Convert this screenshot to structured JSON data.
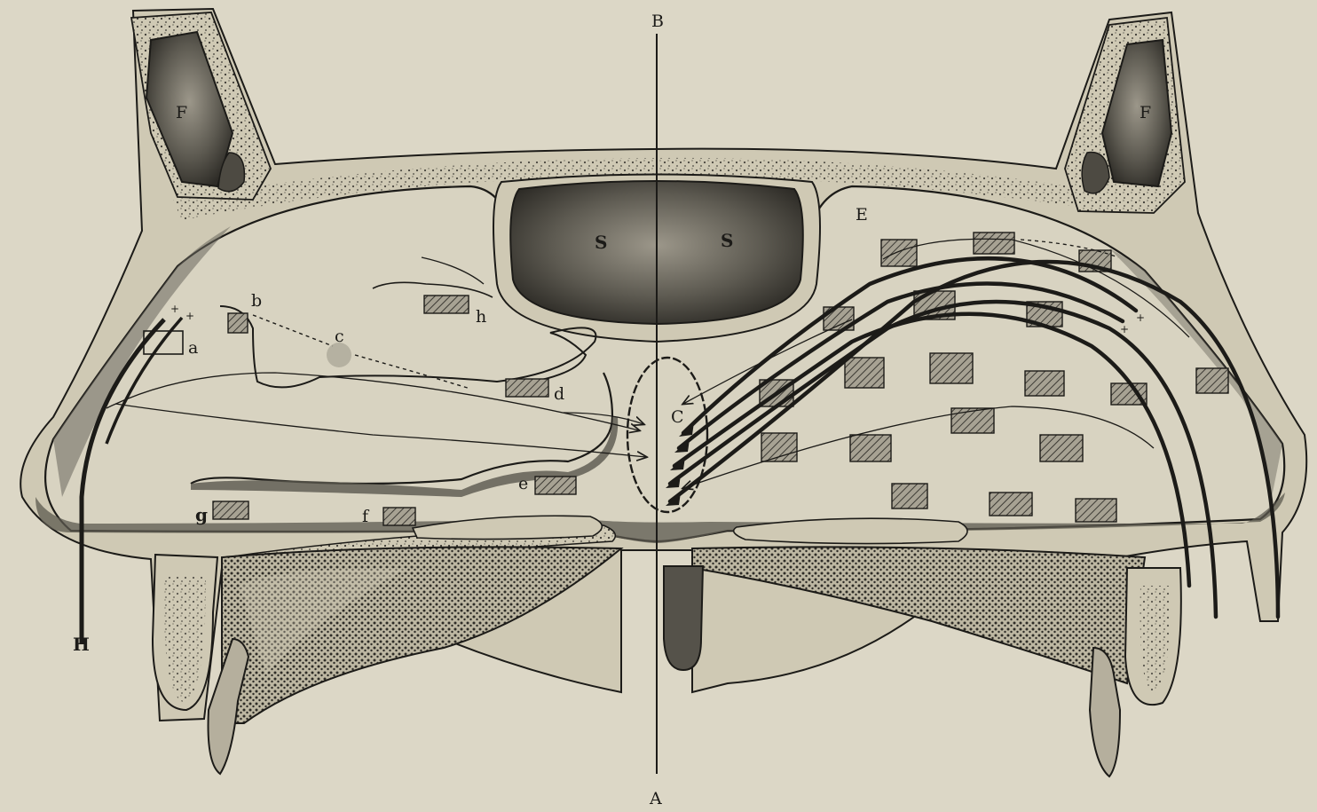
{
  "figure": {
    "colors": {
      "background": "#dcd7c6",
      "ink": "#1c1b18",
      "bone": "#cfc9b4",
      "cavity": "#d8d3c1",
      "sinus": "#5a574e",
      "hatch_fill": "#8c877a"
    },
    "labels": {
      "top_axis": "B",
      "bottom_axis": "A",
      "sinus_left": "S",
      "sinus_right": "S",
      "frontal_left": "F",
      "frontal_right": "F",
      "lateral_right": "E",
      "convergence_point": "C",
      "handle": "H",
      "a": "a",
      "b": "b",
      "c": "c",
      "d": "d",
      "e": "e",
      "f": "f",
      "g": "g",
      "h": "h"
    },
    "marks": {
      "plus": "+"
    }
  }
}
